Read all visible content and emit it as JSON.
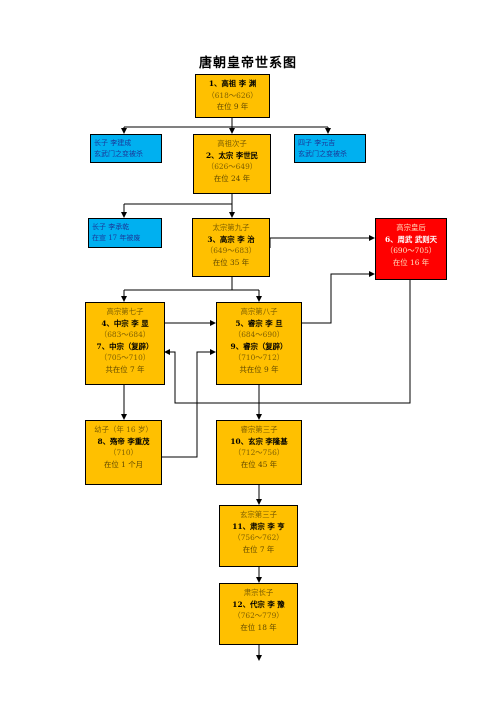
{
  "title": "唐朝皇帝世系图",
  "boxes": {
    "gaozu": {
      "name": "1、高祖  李  渊",
      "years": "（618～626）",
      "reign": "在位 9 年"
    },
    "jiancheng": {
      "relation": "长子  李建成",
      "note": "玄武门之变被杀"
    },
    "taizong": {
      "relation": "高祖次子",
      "name": "2、太宗  李世民",
      "years": "（626～649）",
      "reign": "在位 24 年"
    },
    "yuanji": {
      "relation": "四子  李元吉",
      "note": "玄武门之变被杀"
    },
    "chengqian": {
      "relation": "长子  李承乾",
      "note": "在宣 17 年被废"
    },
    "gaozong": {
      "relation": "太宗第九子",
      "name": "3、高宗  李  治",
      "years": "（649～683）",
      "reign": "在位 35 年"
    },
    "wuzetian": {
      "relation": "高宗皇后",
      "name": "6、周武  武则天",
      "years": "（690～705）",
      "reign": "在位 16 年"
    },
    "zhongzong": {
      "relation": "高宗第七子",
      "name1": "4、中宗  李  显",
      "years1": "（683～684）",
      "name2": "7、中宗（复辟）",
      "years2": "（705～710）",
      "reign": "共在位 7 年"
    },
    "ruizong": {
      "relation": "高宗第八子",
      "name1": "5、睿宗  李  旦",
      "years1": "（684～690）",
      "name2": "9、睿宗（复辟）",
      "years2": "（710～712）",
      "reign": "共在位 9 年"
    },
    "shangdi": {
      "relation": "幼子（年 16 岁）",
      "name": "8、殇帝  李重茂",
      "years": "（710）",
      "reign": "在位 1 个月"
    },
    "xuanzong": {
      "relation": "睿宗第三子",
      "name": "10、玄宗  李隆基",
      "years": "（712～756）",
      "reign": "在位 45 年"
    },
    "suzong": {
      "relation": "玄宗第三子",
      "name": "11、肃宗  李  亨",
      "years": "（756～762）",
      "reign": "在位 7 年"
    },
    "daizong": {
      "relation": "肃宗长子",
      "name": "12、代宗  李  豫",
      "years": "（762～779）",
      "reign": "在位 18 年"
    }
  },
  "colors": {
    "emperor": "#ffc000",
    "other_son": "#00b0f0",
    "empress": "#ff0000",
    "line": "#000000"
  }
}
